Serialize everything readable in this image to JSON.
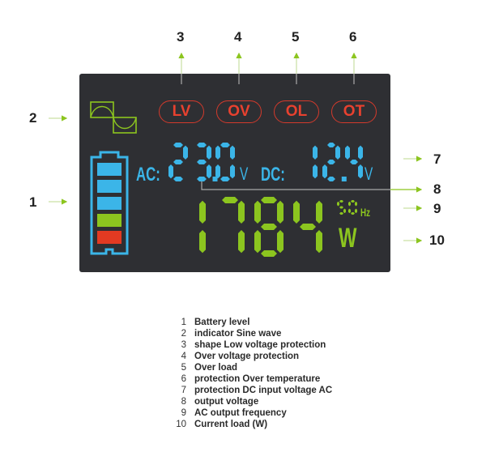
{
  "callouts": [
    {
      "num": "1",
      "target": "Battery level"
    },
    {
      "num": "2",
      "target": "Sine wave indicator"
    },
    {
      "num": "3",
      "target": "LV"
    },
    {
      "num": "4",
      "target": "OV"
    },
    {
      "num": "5",
      "target": "OL"
    },
    {
      "num": "6",
      "target": "OT"
    },
    {
      "num": "7",
      "target": "DC input voltage"
    },
    {
      "num": "8",
      "target": "AC output voltage"
    },
    {
      "num": "9",
      "target": "AC output frequency"
    },
    {
      "num": "10",
      "target": "Current load"
    }
  ],
  "display": {
    "badges": [
      "LV",
      "OV",
      "OL",
      "OT"
    ],
    "ac_label": "AC:",
    "ac_value": "23.0",
    "ac_unit": "V",
    "dc_label": "DC:",
    "dc_value": "12.4",
    "dc_unit": "V",
    "load_value": "1784",
    "load_unit": "W",
    "freq_value": "50",
    "freq_unit": "Hz",
    "battery_bars": [
      "#3bb5e8",
      "#3bb5e8",
      "#3bb5e8",
      "#8cc51f",
      "#e23a22"
    ]
  },
  "colors": {
    "panel": "#2e2f33",
    "blue": "#3bb5e8",
    "green": "#8cc51f",
    "red": "#e8412f",
    "arrow": "#8cc51f"
  },
  "legend": [
    {
      "n": "1",
      "text": "Battery level"
    },
    {
      "n": "2",
      "text": "indicator Sine wave"
    },
    {
      "n": "3",
      "text": "shape Low voltage protection"
    },
    {
      "n": "4",
      "text": "Over voltage protection"
    },
    {
      "n": "5",
      "text": "Over load"
    },
    {
      "n": "6",
      "text": "protection Over temperature"
    },
    {
      "n": "7",
      "text": "protection DC input voltage AC"
    },
    {
      "n": "8",
      "text": "output voltage"
    },
    {
      "n": "9",
      "text": "AC output frequency"
    },
    {
      "n": "10",
      "text": "Current load (W)"
    }
  ]
}
